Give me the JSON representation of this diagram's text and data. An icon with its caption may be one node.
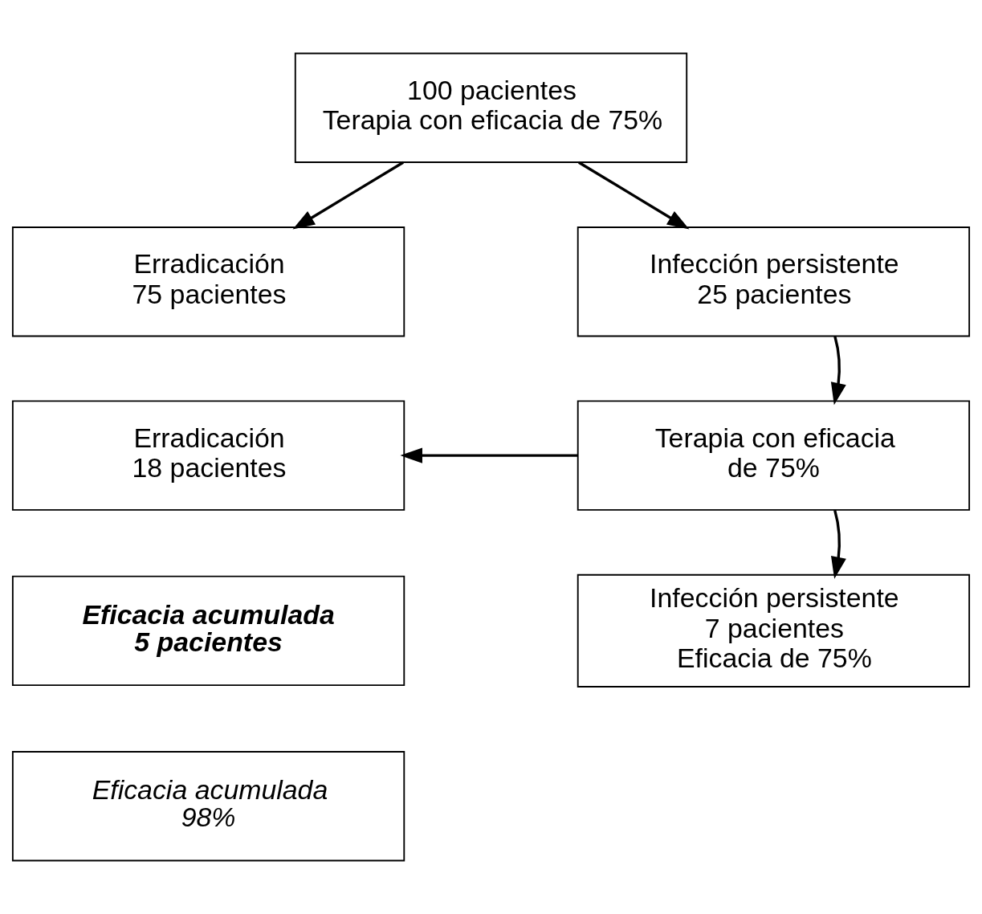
{
  "diagram": {
    "nodes": [
      {
        "text": [
          "100 pacientes",
          "Terapia con eficacia de 75%"
        ]
      },
      {
        "text": [
          "Erradicación",
          "75 pacientes"
        ]
      },
      {
        "text": [
          "Infección persistente",
          "25 pacientes"
        ]
      },
      {
        "text": [
          "Erradicación",
          "18 pacientes"
        ]
      },
      {
        "text": [
          "Terapia con eficacia de 75%"
        ]
      },
      {
        "text": [
          "Eficacia acumulada",
          "5 pacientes"
        ]
      },
      {
        "text": [
          "Infección persistente",
          "7 pacientes",
          "Eficacia de 75%"
        ]
      },
      {
        "text": [
          "Eficacia acumulada",
          "98%"
        ]
      }
    ],
    "edges": [
      {
        "from": 0,
        "to": 1,
        "arrow": "to"
      },
      {
        "from": 0,
        "to": 2,
        "arrow": "to"
      },
      {
        "from": 2,
        "to": 4,
        "arrow": "to"
      },
      {
        "from": 4,
        "to": 3,
        "arrow": "to"
      },
      {
        "from": 4,
        "to": 6,
        "arrow": "to"
      }
    ]
  }
}
